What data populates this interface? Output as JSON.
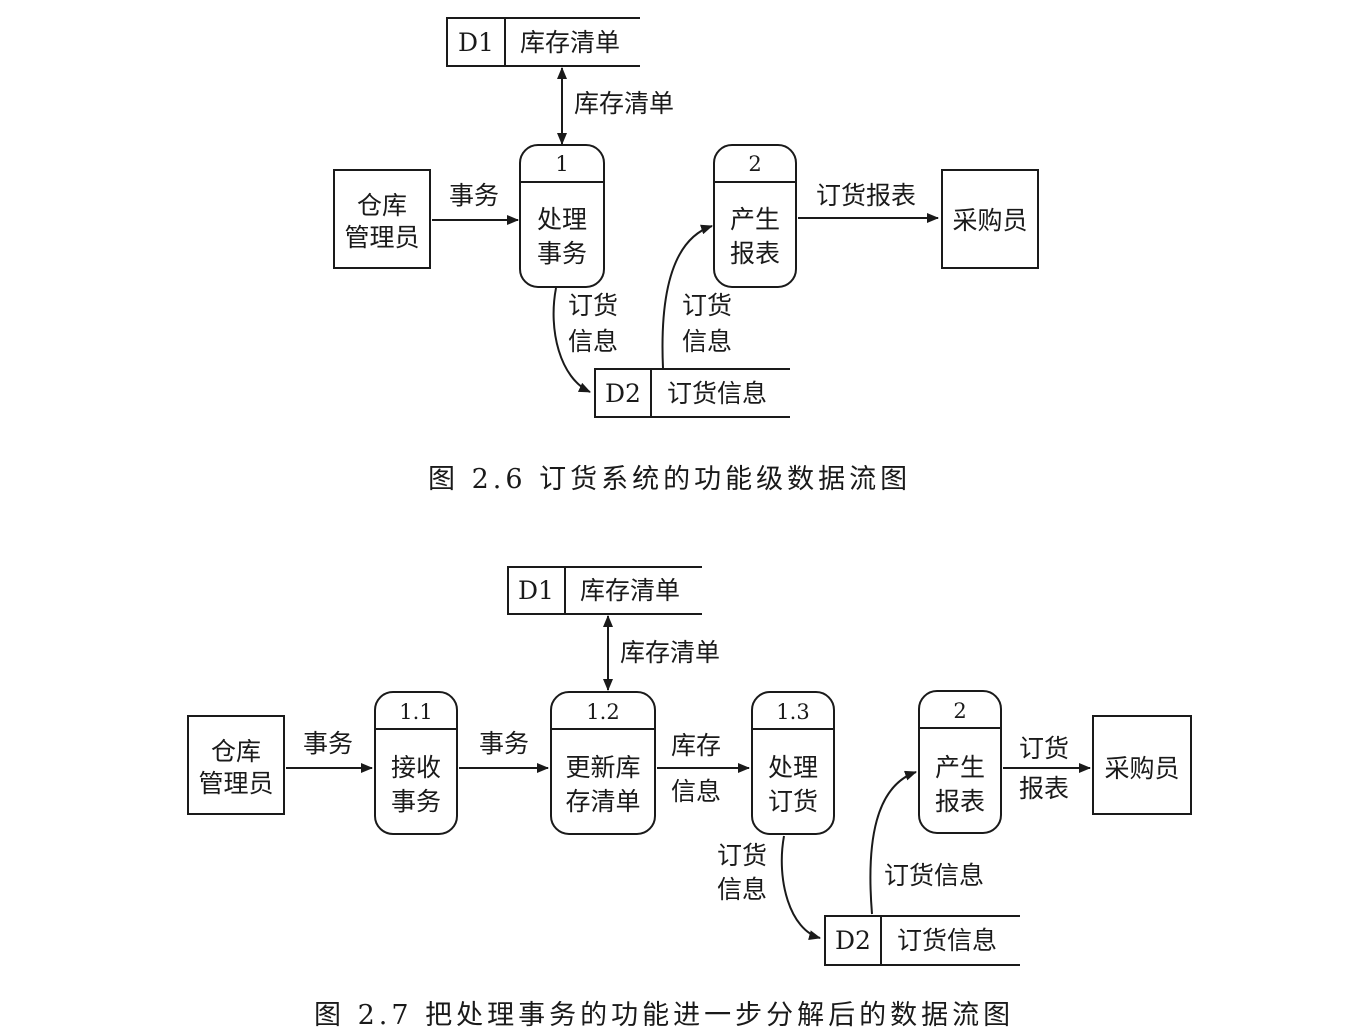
{
  "figure_2_6": {
    "caption": "图 2.6   订货系统的功能级数据流图",
    "store_d1": {
      "id": "D1",
      "name": "库存清单"
    },
    "flow_d1_label": "库存清单",
    "entity_clerk": [
      "仓库",
      "管理员"
    ],
    "flow_transaction": "事务",
    "process_1": {
      "num": "1",
      "line1": "处理",
      "line2": "事务"
    },
    "process_2": {
      "num": "2",
      "line1": "产生",
      "line2": "报表"
    },
    "flow_report": "订货报表",
    "entity_buyer": "采购员",
    "flow_order_in": [
      "订货",
      "信息"
    ],
    "flow_order_out": [
      "订货",
      "信息"
    ],
    "store_d2": {
      "id": "D2",
      "name": "订货信息"
    }
  },
  "figure_2_7": {
    "caption": "图 2.7   把处理事务的功能进一步分解后的数据流图",
    "store_d1": {
      "id": "D1",
      "name": "库存清单"
    },
    "flow_d1_label": "库存清单",
    "entity_clerk": [
      "仓库",
      "管理员"
    ],
    "flow_transaction_1": "事务",
    "process_1_1": {
      "num": "1.1",
      "line1": "接收",
      "line2": "事务"
    },
    "flow_transaction_2": "事务",
    "process_1_2": {
      "num": "1.2",
      "line1": "更新库",
      "line2": "存清单"
    },
    "flow_stock_info": [
      "库存",
      "信息"
    ],
    "process_1_3": {
      "num": "1.3",
      "line1": "处理",
      "line2": "订货"
    },
    "process_2": {
      "num": "2",
      "line1": "产生",
      "line2": "报表"
    },
    "flow_report": [
      "订货",
      "报表"
    ],
    "entity_buyer": "采购员",
    "flow_order_in": [
      "订货",
      "信息"
    ],
    "flow_order_out": "订货信息",
    "store_d2": {
      "id": "D2",
      "name": "订货信息"
    }
  }
}
